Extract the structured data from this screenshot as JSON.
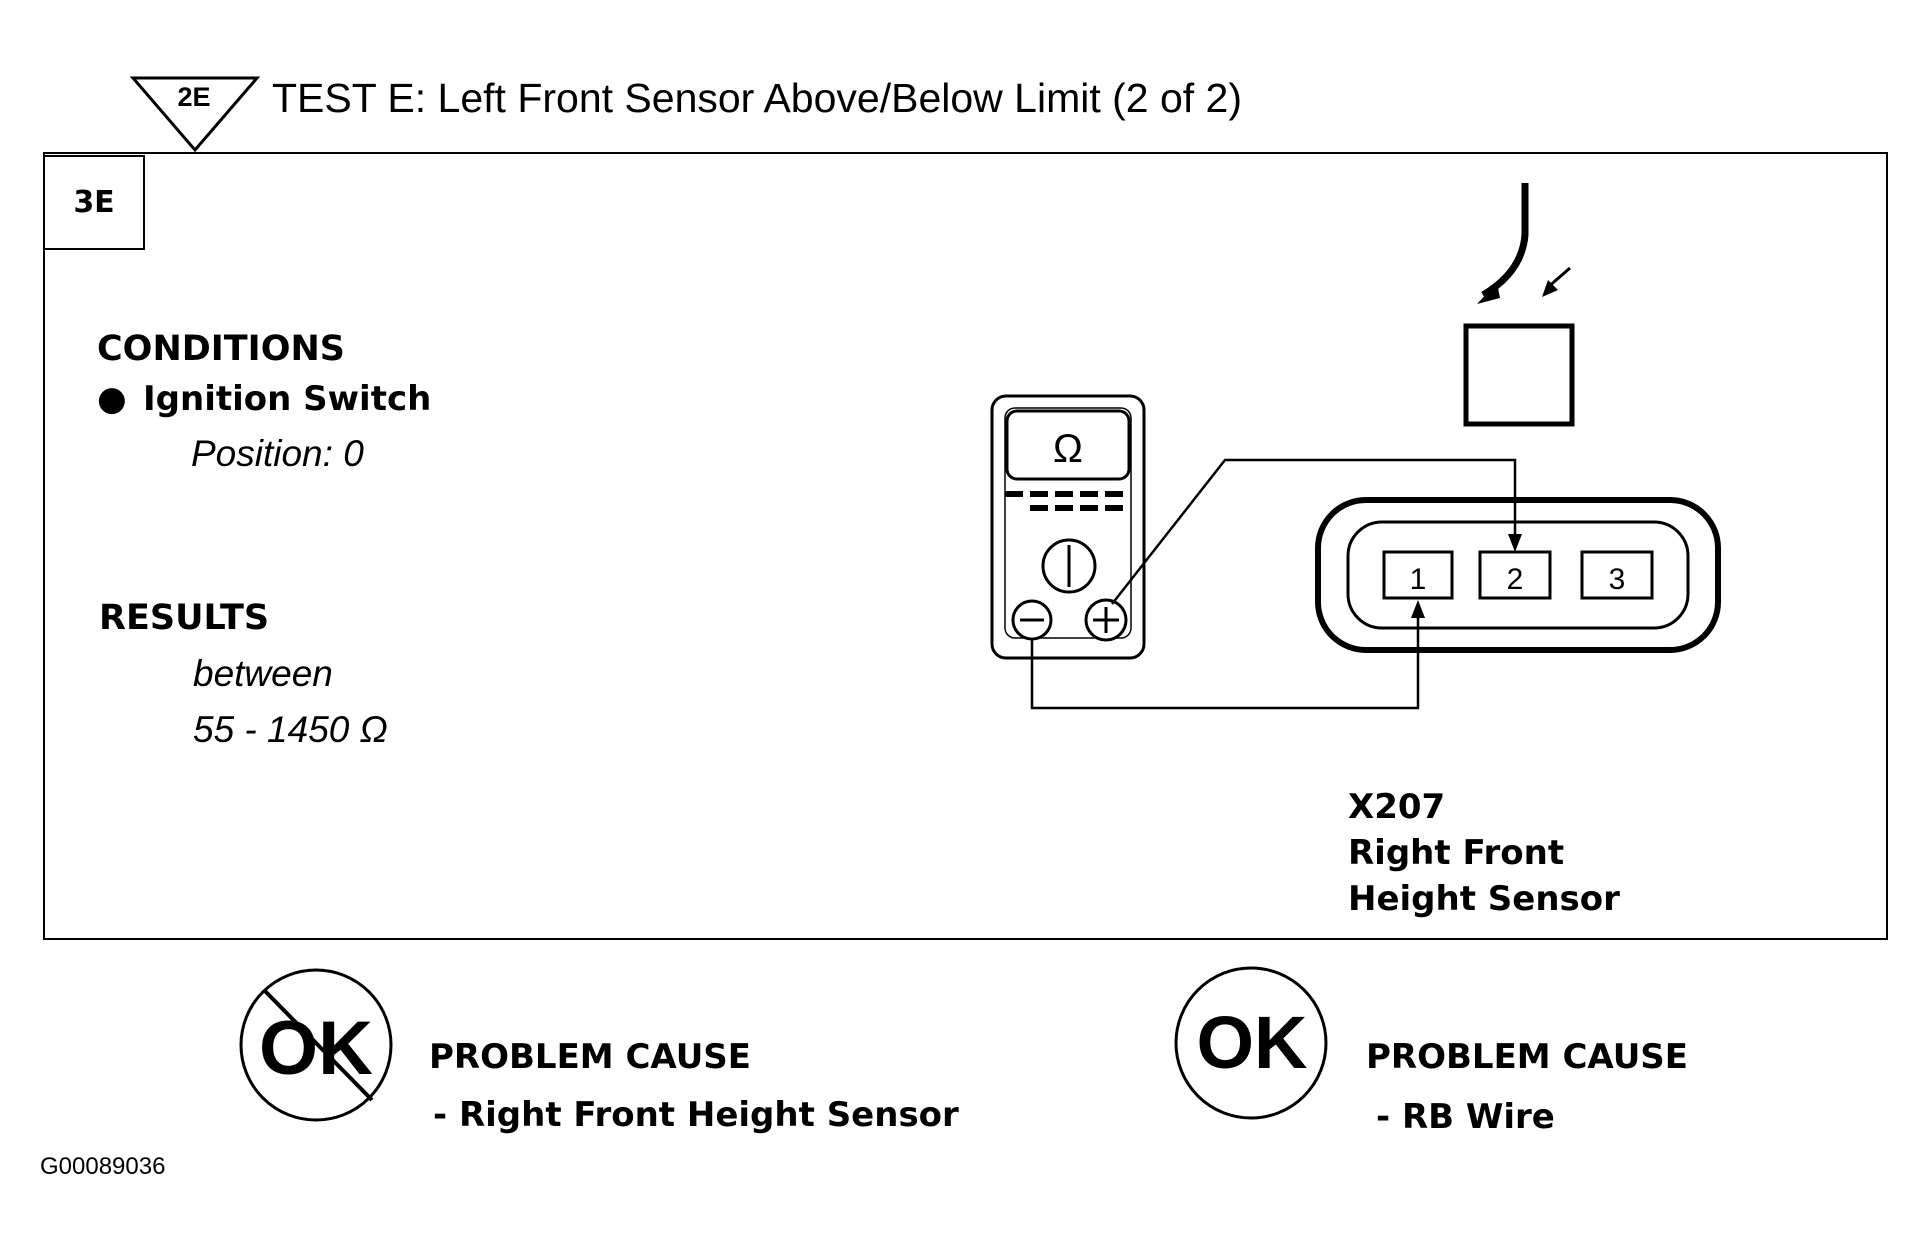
{
  "header": {
    "step_marker": "2E",
    "title": "TEST E: Left Front Sensor Above/Below Limit (2 of 2)"
  },
  "step_box": {
    "label": "3E"
  },
  "conditions": {
    "heading": "CONDITIONS",
    "bullet": "●",
    "item": "Ignition Switch",
    "sub_item": "Position: 0"
  },
  "results": {
    "heading": "RESULTS",
    "line1": "between",
    "line2": "55 - 1450 Ω"
  },
  "meter": {
    "display_symbol": "Ω",
    "terminal_negative": "−",
    "terminal_positive": "+"
  },
  "connector": {
    "pins": [
      "1",
      "2",
      "3"
    ],
    "label_line1": "X207",
    "label_line2": "Right Front",
    "label_line3": "Height Sensor"
  },
  "outcomes": [
    {
      "symbol": "OK",
      "status": "not-ok",
      "heading": "PROBLEM CAUSE",
      "cause": "-  Right Front Height Sensor"
    },
    {
      "symbol": "OK",
      "status": "ok",
      "heading": "PROBLEM CAUSE",
      "cause": "-  RB    Wire"
    }
  ],
  "figure_id": "G00089036"
}
